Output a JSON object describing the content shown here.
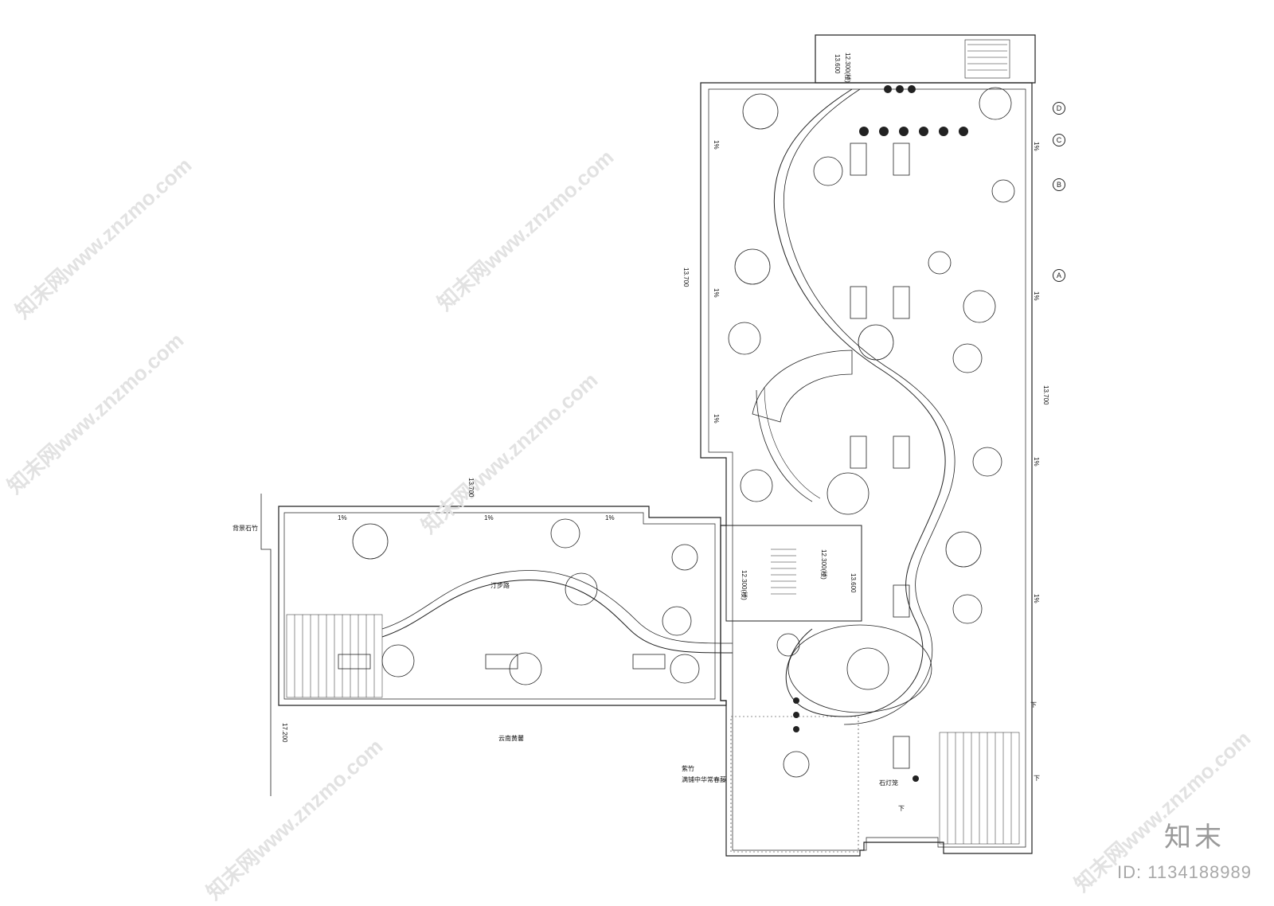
{
  "drawing": {
    "levels": {
      "main_east": "13.700",
      "main_west": "13.700",
      "west_wing_top": "13.700",
      "west_wing_left": "17.200",
      "stair_top": "12.300(楼)",
      "stair_top_2": "13.600",
      "core_mid_1": "12.300(楼)",
      "core_mid_2": "12.300(楼)",
      "core_mid_3": "13.600"
    },
    "slopes": [
      "1%",
      "1%",
      "1%",
      "1%",
      "1%",
      "1%",
      "1%",
      "1%",
      "1%",
      "1%"
    ],
    "grid_bubbles": [
      "D",
      "C",
      "B",
      "A"
    ],
    "annotations": {
      "rock_bamboo": "背景石竹",
      "path_note": "汀步路",
      "yunnan_jasmine": "云南黄馨",
      "bamboo_line1": "紫竹",
      "bamboo_line2": "满铺中华常春藤",
      "stone_lamp": "石灯笼",
      "down_1": "下",
      "down_2": "下",
      "down_3": "下"
    }
  },
  "branding": {
    "logo": "知末",
    "id_text": "ID: 1134188989",
    "watermark": "知末网www.znzmo.com"
  },
  "colors": {
    "line": "#222222",
    "watermark": "#e2e2e2",
    "brand": "#9a9a9a"
  }
}
